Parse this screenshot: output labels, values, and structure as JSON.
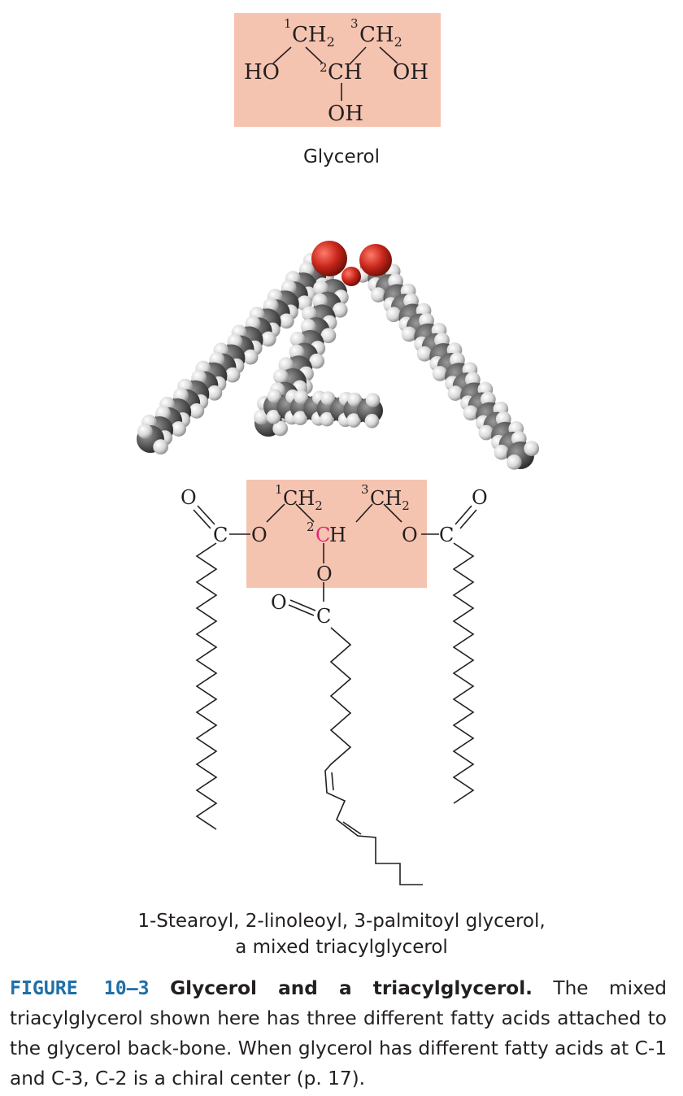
{
  "glycerol": {
    "label_c1": "1",
    "label_c2": "2",
    "label_c3": "3",
    "ch2": "CH",
    "ch2_sub": "2",
    "ch": "CH",
    "ho": "HO",
    "oh": "OH",
    "name": "Glycerol"
  },
  "triacylglycerol": {
    "o": "O",
    "c": "C",
    "ch2": "CH",
    "ch2_sub": "2",
    "ch": "CH",
    "label_c1": "1",
    "label_c2": "2",
    "label_c3": "3",
    "name_line1": "1-Stearoyl, 2-linoleoyl, 3-palmitoyl glycerol,",
    "name_line2": "a mixed triacylglycerol"
  },
  "caption": {
    "number": "FIGURE 10–3",
    "title": "Glycerol and a triacylglycerol.",
    "body": "The mixed triacylglycerol shown here has three different fatty acids attached to the glycerol back-bone. When glycerol has different fatty acids at C-1 and C-3, C-2 is a chiral center (p. 17)."
  },
  "colors": {
    "highlight_box": "#f5c4b0",
    "chiral_carbon": "#e0287a",
    "figure_number": "#1f6fa8",
    "carbon_atom": "#5a5a5a",
    "hydrogen_atom": "#e6e6e6",
    "oxygen_atom": "#c8261a"
  }
}
